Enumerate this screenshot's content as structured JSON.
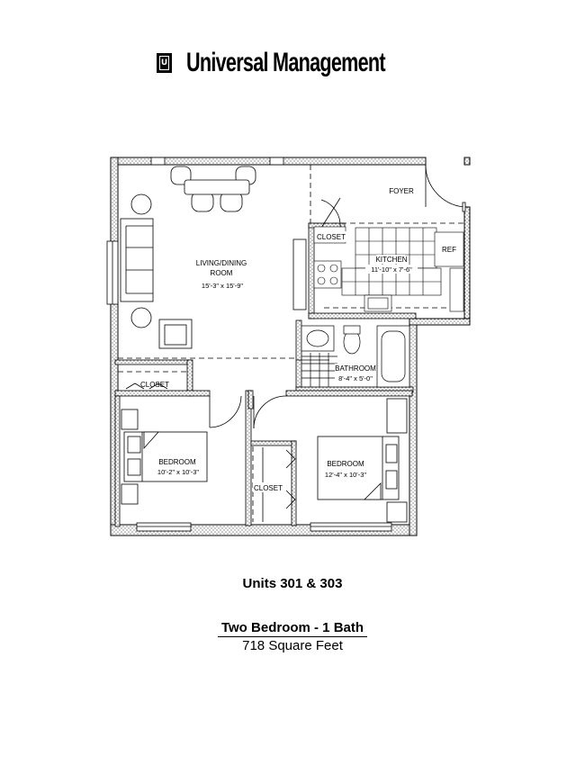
{
  "brand": {
    "logo_letter": "U",
    "name": "Universal Management"
  },
  "rooms": {
    "living": {
      "name_line1": "LIVING/DINING",
      "name_line2": "ROOM",
      "size": "15'-3\" x 15'-9\""
    },
    "foyer": {
      "name": "FOYER"
    },
    "kitchen": {
      "name": "KITCHEN",
      "size": "11'-10\" x 7'-6\""
    },
    "ref": {
      "name": "REF"
    },
    "closet_kitchen": {
      "name": "CLOSET"
    },
    "bathroom": {
      "name": "BATHROOM",
      "size": "8'-4\" x 5'-0\""
    },
    "closet_left": {
      "name": "CLOSET"
    },
    "bedroom_left": {
      "name": "BEDROOM",
      "size": "10'-2\" x 10'-3\""
    },
    "closet_middle": {
      "name": "CLOSET"
    },
    "bedroom_right": {
      "name": "BEDROOM",
      "size": "12'-4\" x 10'-3\""
    }
  },
  "units": "Units 301 & 303",
  "unit_type": "Two Bedroom - 1 Bath",
  "square_feet": "718 Square Feet"
}
